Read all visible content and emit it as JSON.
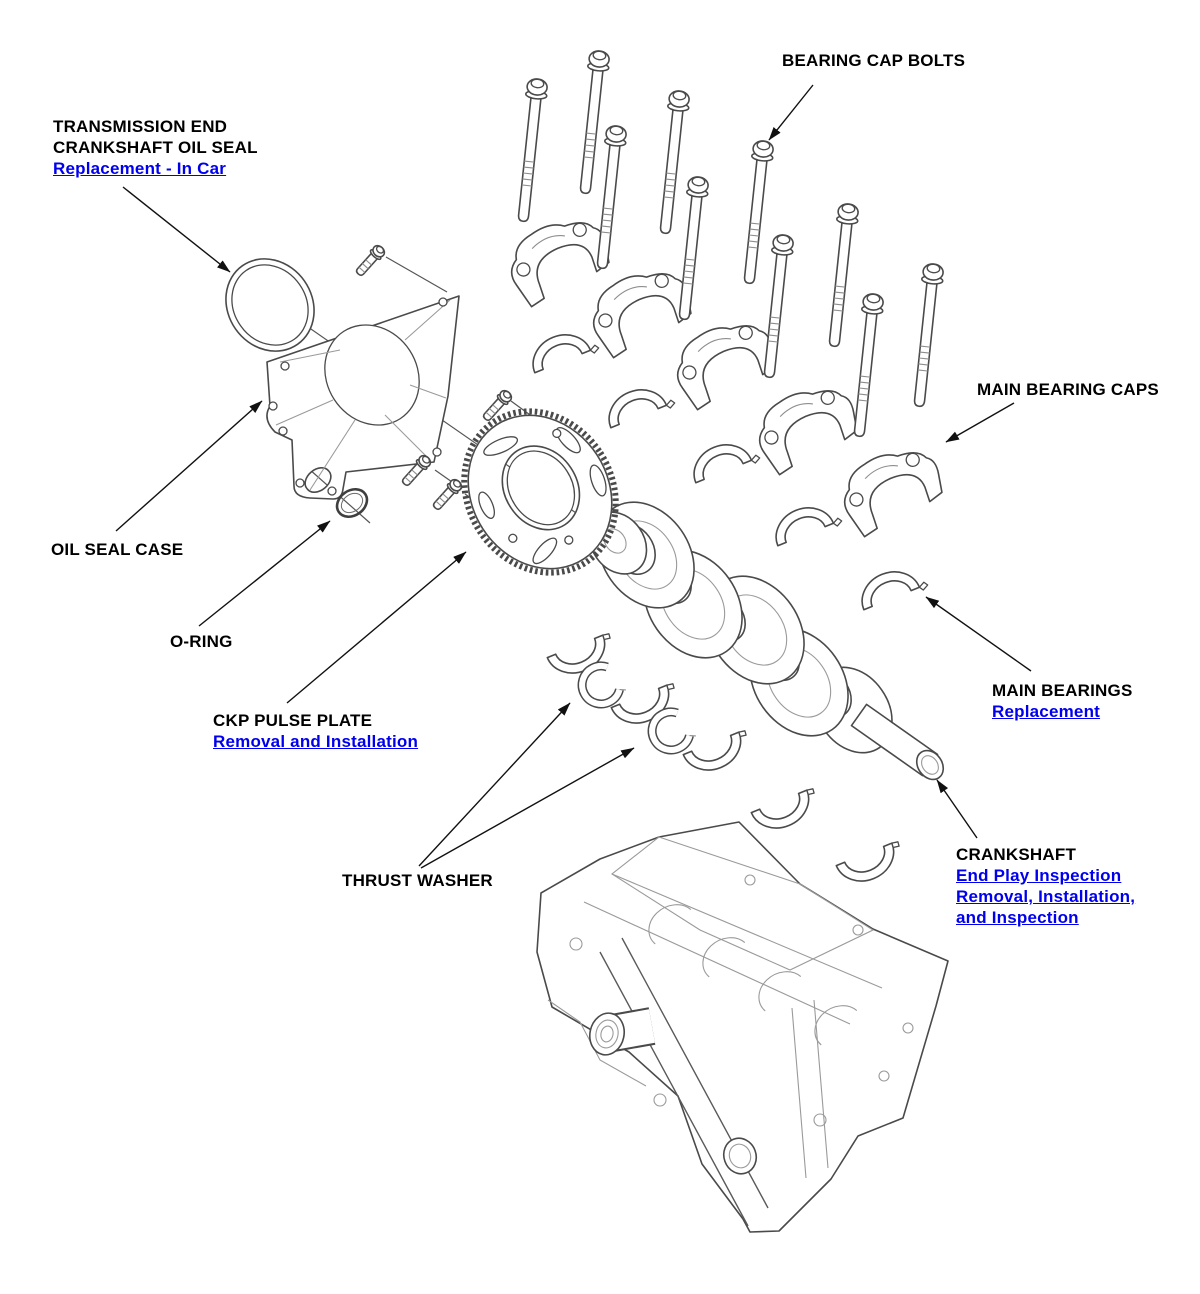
{
  "page": {
    "background": "#ffffff"
  },
  "colors": {
    "label_text": "#000000",
    "link_text": "#0000ee",
    "line_art": "#4a4a4a",
    "leader_line": "#111111"
  },
  "labels": {
    "transmission_end_crankshaft_oil_seal": {
      "line1": "TRANSMISSION END",
      "line2": "CRANKSHAFT OIL SEAL",
      "link": "Replacement - In Car"
    },
    "bearing_cap_bolts": {
      "text": "BEARING CAP BOLTS"
    },
    "main_bearing_caps": {
      "text": "MAIN BEARING CAPS"
    },
    "oil_seal_case": {
      "text": "OIL SEAL CASE"
    },
    "o_ring": {
      "text": "O-RING"
    },
    "ckp_pulse_plate": {
      "text": "CKP PULSE PLATE",
      "link": "Removal and Installation"
    },
    "thrust_washer": {
      "text": "THRUST WASHER"
    },
    "main_bearings": {
      "text": "MAIN BEARINGS",
      "link": "Replacement"
    },
    "crankshaft": {
      "text": "CRANKSHAFT",
      "link1": "End Play Inspection",
      "link2": "Removal, Installation,",
      "link3": "and Inspection"
    }
  }
}
